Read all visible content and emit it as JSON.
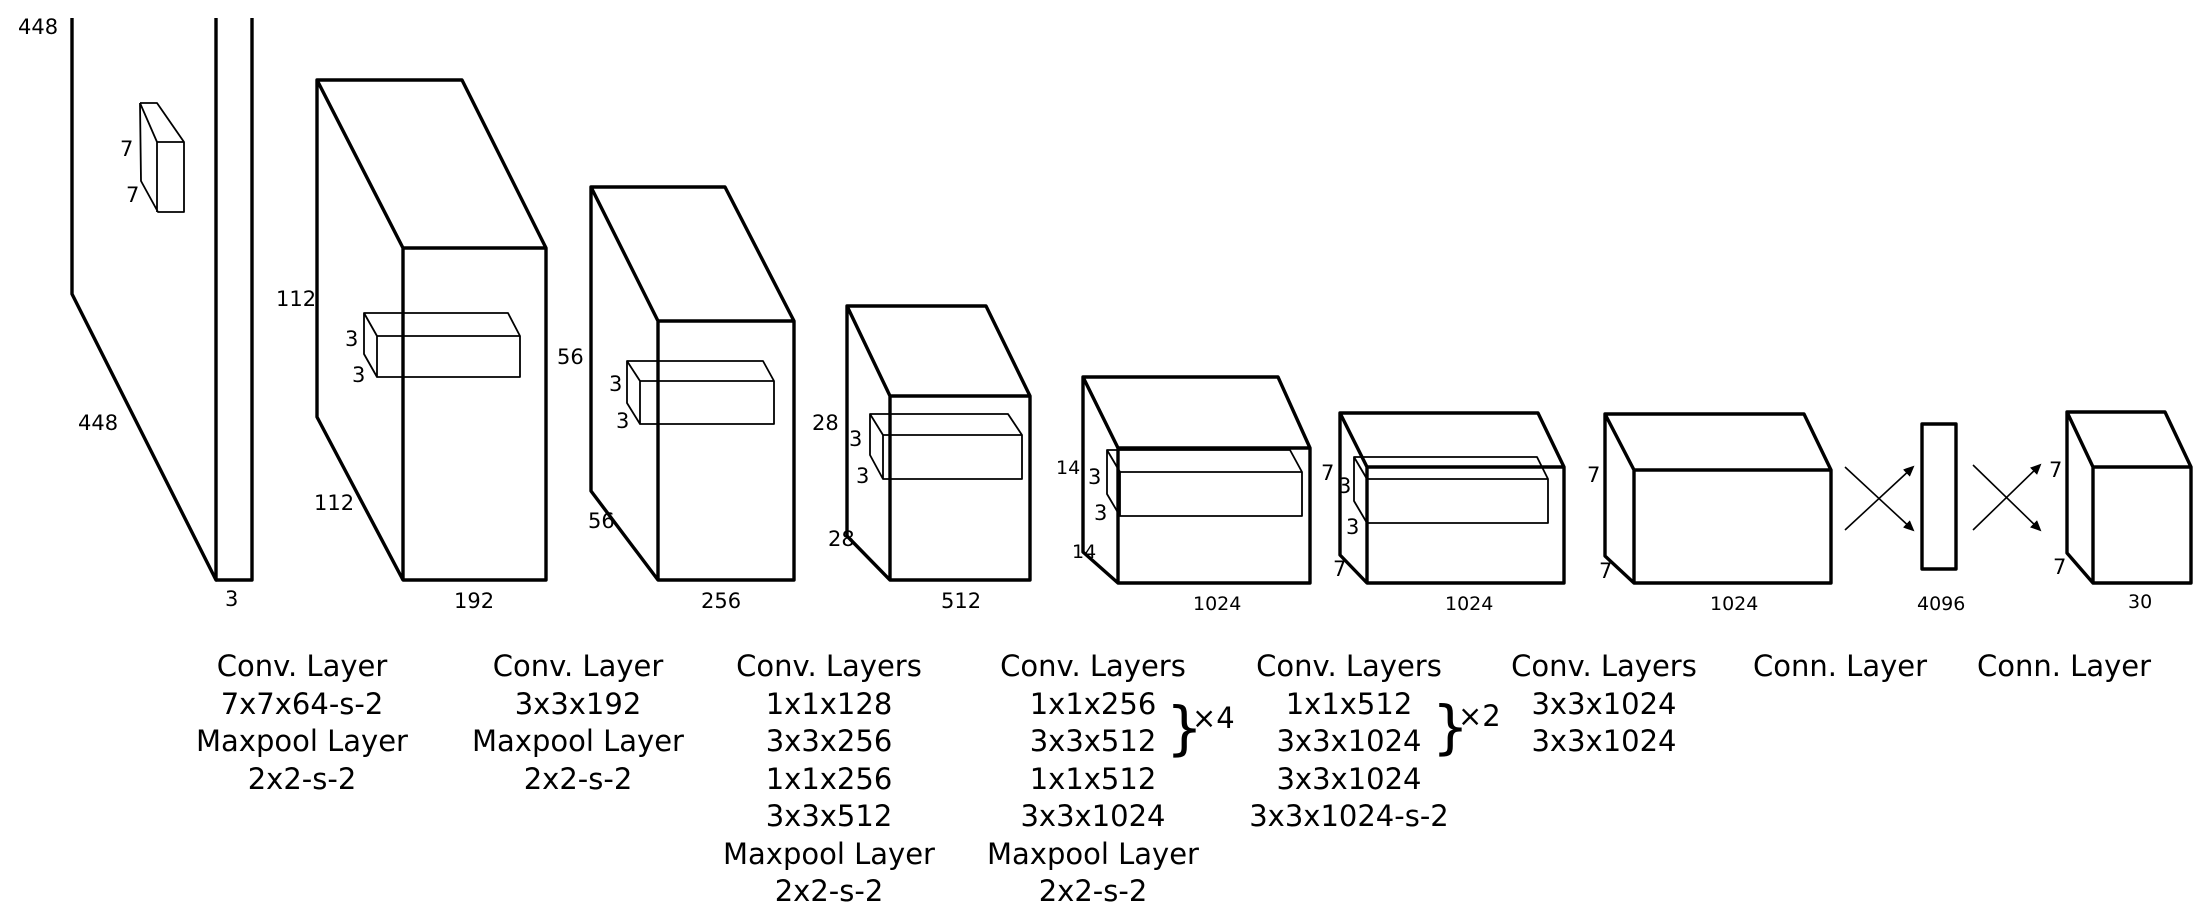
{
  "blocks": [
    {
      "id": "input",
      "dims": {
        "height": "448",
        "width": "448",
        "depth": "3"
      },
      "kernel": {
        "h": "7",
        "w": "7"
      },
      "caption": [
        "Conv. Layer",
        "7x7x64-s-2",
        "Maxpool Layer",
        "2x2-s-2"
      ]
    },
    {
      "id": "conv2",
      "dims": {
        "height": "112",
        "width": "112",
        "depth": "192"
      },
      "kernel": {
        "h": "3",
        "w": "3"
      },
      "caption": [
        "Conv. Layer",
        "3x3x192",
        "Maxpool Layer",
        "2x2-s-2"
      ]
    },
    {
      "id": "conv3",
      "dims": {
        "height": "56",
        "width": "56",
        "depth": "256"
      },
      "kernel": {
        "h": "3",
        "w": "3"
      },
      "caption": [
        "Conv. Layers",
        "1x1x128",
        "3x3x256",
        "1x1x256",
        "3x3x512",
        "Maxpool Layer",
        "2x2-s-2"
      ]
    },
    {
      "id": "conv4",
      "dims": {
        "height": "28",
        "width": "28",
        "depth": "512"
      },
      "kernel": {
        "h": "3",
        "w": "3"
      },
      "caption": [
        "Conv. Layers",
        "1x1x256",
        "3x3x512",
        "1x1x512",
        "3x3x1024",
        "Maxpool Layer",
        "2x2-s-2"
      ],
      "repeat": "×4"
    },
    {
      "id": "conv5",
      "dims": {
        "height": "14",
        "width": "14",
        "depth": "1024"
      },
      "kernel": {
        "h": "3",
        "w": "3"
      },
      "caption": [
        "Conv. Layers",
        "1x1x512",
        "3x3x1024",
        "3x3x1024",
        "3x3x1024-s-2"
      ],
      "repeat": "×2"
    },
    {
      "id": "conv6",
      "dims": {
        "height": "7",
        "width": "7",
        "depth": "1024"
      },
      "kernel": {
        "h": "3",
        "w": "3"
      },
      "caption": [
        "Conv. Layers",
        "3x3x1024",
        "3x3x1024"
      ]
    },
    {
      "id": "fc1-input",
      "dims": {
        "height": "7",
        "width": "7",
        "depth": "1024"
      },
      "caption": [
        "Conn. Layer"
      ]
    },
    {
      "id": "fc1",
      "dims": {
        "depth": "4096"
      },
      "caption": [
        "Conn. Layer"
      ]
    },
    {
      "id": "output",
      "dims": {
        "height": "7",
        "width": "7",
        "depth": "30"
      }
    }
  ]
}
